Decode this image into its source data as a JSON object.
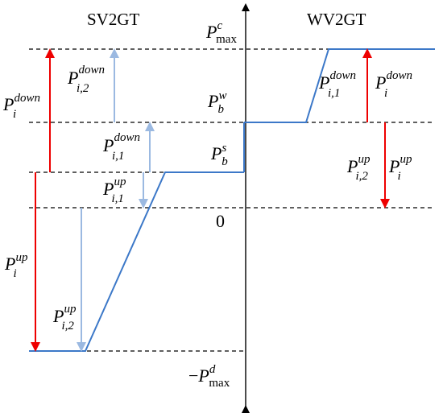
{
  "headings": {
    "left": "SV2GT",
    "right": "WV2GT"
  },
  "axis": {
    "pmax_c": {
      "base": "P",
      "sup": "c",
      "sub": "max"
    },
    "pb_w": {
      "base": "P",
      "sup": "w",
      "sub": "b"
    },
    "pb_s": {
      "base": "P",
      "sup": "s",
      "sub": "b"
    },
    "zero": "0",
    "neg_pmax_d": {
      "sign": "−",
      "base": "P",
      "sup": "d",
      "sub": "max"
    }
  },
  "left_labels": {
    "p_i_down": {
      "base": "P",
      "sup": "down",
      "sub": "i"
    },
    "p_i2_down": {
      "base": "P",
      "sup": "down",
      "sub": "i,2"
    },
    "p_i1_down": {
      "base": "P",
      "sup": "down",
      "sub": "i,1"
    },
    "p_i1_up": {
      "base": "P",
      "sup": "up",
      "sub": "i,1"
    },
    "p_i_up": {
      "base": "P",
      "sup": "up",
      "sub": "i"
    },
    "p_i2_up": {
      "base": "P",
      "sup": "up",
      "sub": "i,2"
    }
  },
  "right_labels": {
    "p_i1_down": {
      "base": "P",
      "sup": "down",
      "sub": "i,1"
    },
    "p_i_down": {
      "base": "P",
      "sup": "down",
      "sub": "i"
    },
    "p_i2_up": {
      "base": "P",
      "sup": "up",
      "sub": "i,2"
    },
    "p_i_up": {
      "base": "P",
      "sup": "up",
      "sub": "i"
    }
  },
  "colors": {
    "curve": "#3c78c8",
    "arrow_total": "#ee0000",
    "arrow_partial": "#9bb9e1",
    "axis": "#000000"
  }
}
